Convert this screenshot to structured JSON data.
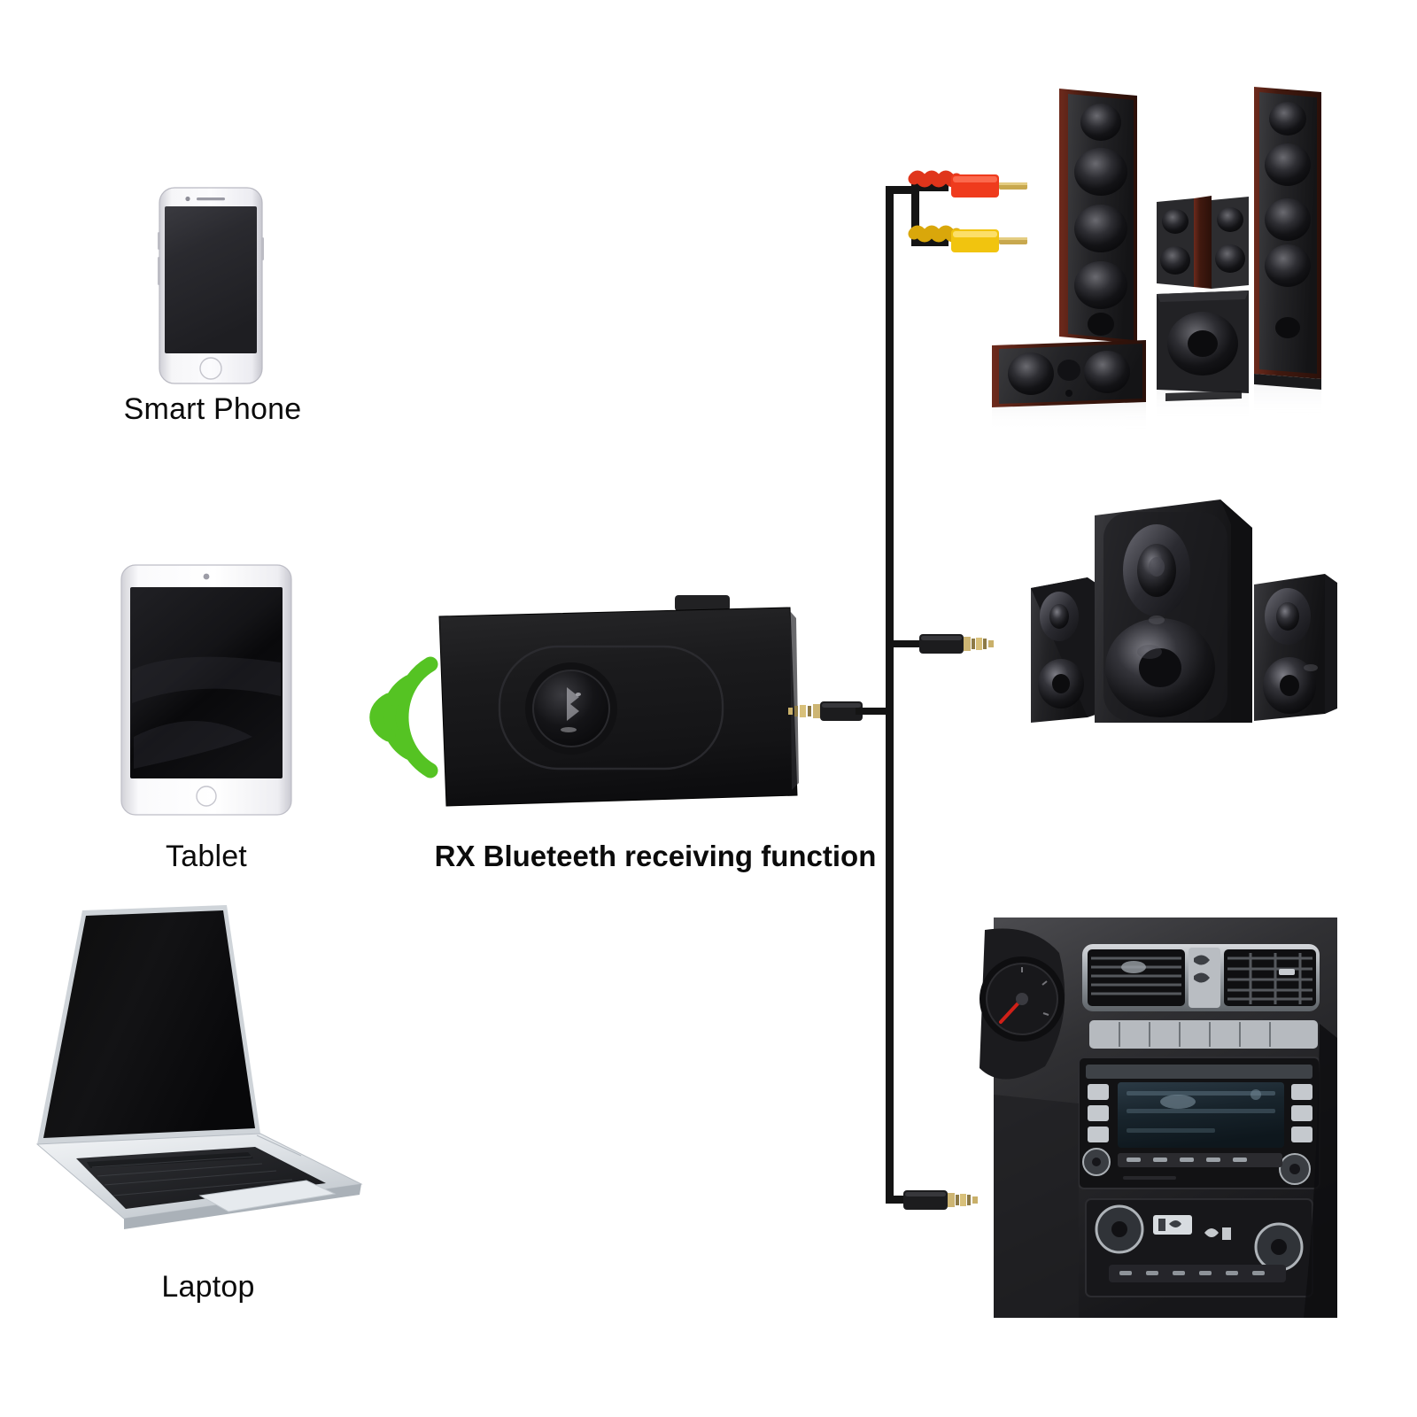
{
  "diagram": {
    "title": "Bluetooth audio receiver connection diagram",
    "background": "#ffffff",
    "wire_color": "#141414",
    "signal_color": "#56c224"
  },
  "sources": [
    {
      "id": "smartphone",
      "label": "Smart Phone",
      "icon": "smartphone-icon",
      "body_color": "#e9e9ee",
      "screen_color": "#2a2a2e"
    },
    {
      "id": "tablet",
      "label": "Tablet",
      "icon": "tablet-icon",
      "body_color": "#f2f2f4",
      "screen_color": "#121214"
    },
    {
      "id": "laptop",
      "label": "Laptop",
      "icon": "laptop-icon",
      "body_color": "#d9dde1",
      "screen_color": "#0a0a0a"
    }
  ],
  "device": {
    "label": "RX Blueteeth receiving function",
    "icon": "bluetooth-receiver-icon",
    "body_color": "#1b1b1b",
    "button_name": "pairing-button",
    "signal_icon": "wireless-signal-icon",
    "signal_arcs": 3,
    "jack_name": "aux-output-jack"
  },
  "outputs": [
    {
      "id": "home-theater",
      "label": "",
      "icon": "home-theater-speakers-icon",
      "connector": "rca-plugs",
      "connector_colors": [
        "#e02b18",
        "#f2c200"
      ],
      "cabinet_color": "#3a2020",
      "driver_color": "#1d1d1d"
    },
    {
      "id": "multimedia-speakers",
      "label": "",
      "icon": "multimedia-speakers-icon",
      "connector": "aux-3-5mm-plug",
      "cabinet_color": "#232326"
    },
    {
      "id": "car-stereo",
      "label": "",
      "icon": "car-stereo-icon",
      "connector": "aux-3-5mm-plug",
      "dash_color": "#2b2b2d"
    }
  ],
  "connectors": {
    "rca_red_name": "rca-plug-red",
    "rca_yellow_name": "rca-plug-yellow",
    "aux_upper_name": "aux-plug-speakers",
    "aux_device_name": "aux-plug-receiver",
    "aux_car_name": "aux-plug-car"
  }
}
